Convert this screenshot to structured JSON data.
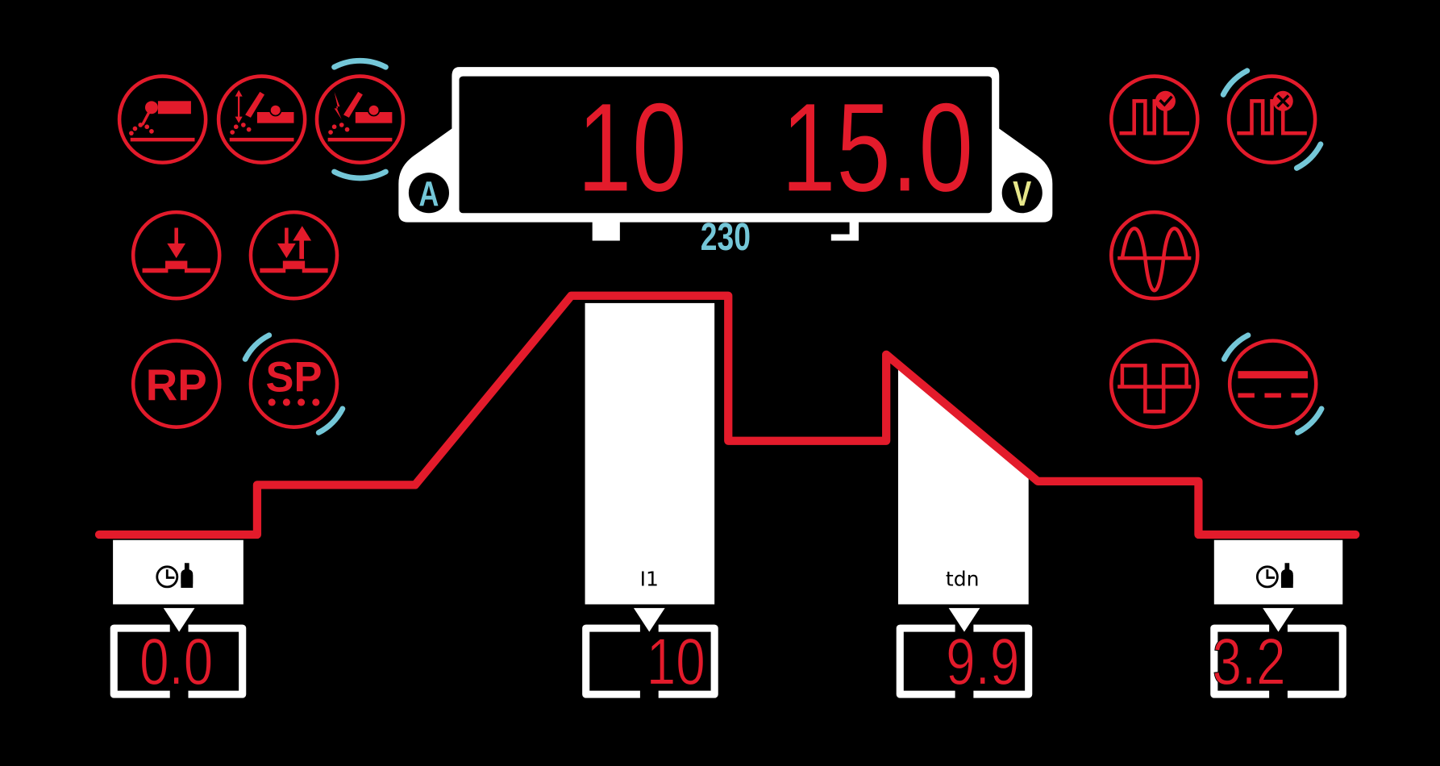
{
  "colors": {
    "segment": "#e31b2b",
    "accent_blue": "#74c7d8",
    "volt_yellow": "#e6e68a",
    "frame": "#ffffff",
    "background": "#000000"
  },
  "display": {
    "current": "10",
    "voltage": "15.0",
    "current_unit": "A",
    "voltage_unit": "V",
    "mains": "230"
  },
  "left_icons": [
    {
      "name": "mma-electrode",
      "selected": false
    },
    {
      "name": "tig-lift",
      "selected": false
    },
    {
      "name": "tig-hf",
      "selected": true
    },
    {
      "name": "2t-trigger",
      "selected": false
    },
    {
      "name": "4t-trigger",
      "selected": false
    },
    {
      "name": "rp",
      "label": "RP",
      "selected": false
    },
    {
      "name": "sp",
      "label": "SP",
      "selected": true
    }
  ],
  "right_icons": [
    {
      "name": "pulse-on",
      "selected": false
    },
    {
      "name": "pulse-off",
      "selected": true
    },
    {
      "name": "ac-sine",
      "selected": false
    },
    {
      "name": "ac-square",
      "selected": false
    },
    {
      "name": "dc",
      "selected": true
    }
  ],
  "parameters": [
    {
      "id": "pre-gas",
      "icon": "clock-gas-icon",
      "label": "",
      "value": "0.0"
    },
    {
      "id": "i1",
      "icon": "",
      "label": "I1",
      "value": "10"
    },
    {
      "id": "tdn",
      "icon": "",
      "label": "tdn",
      "value": "9.9"
    },
    {
      "id": "post-gas",
      "icon": "clock-gas-icon",
      "label": "",
      "value": "3.2"
    }
  ]
}
